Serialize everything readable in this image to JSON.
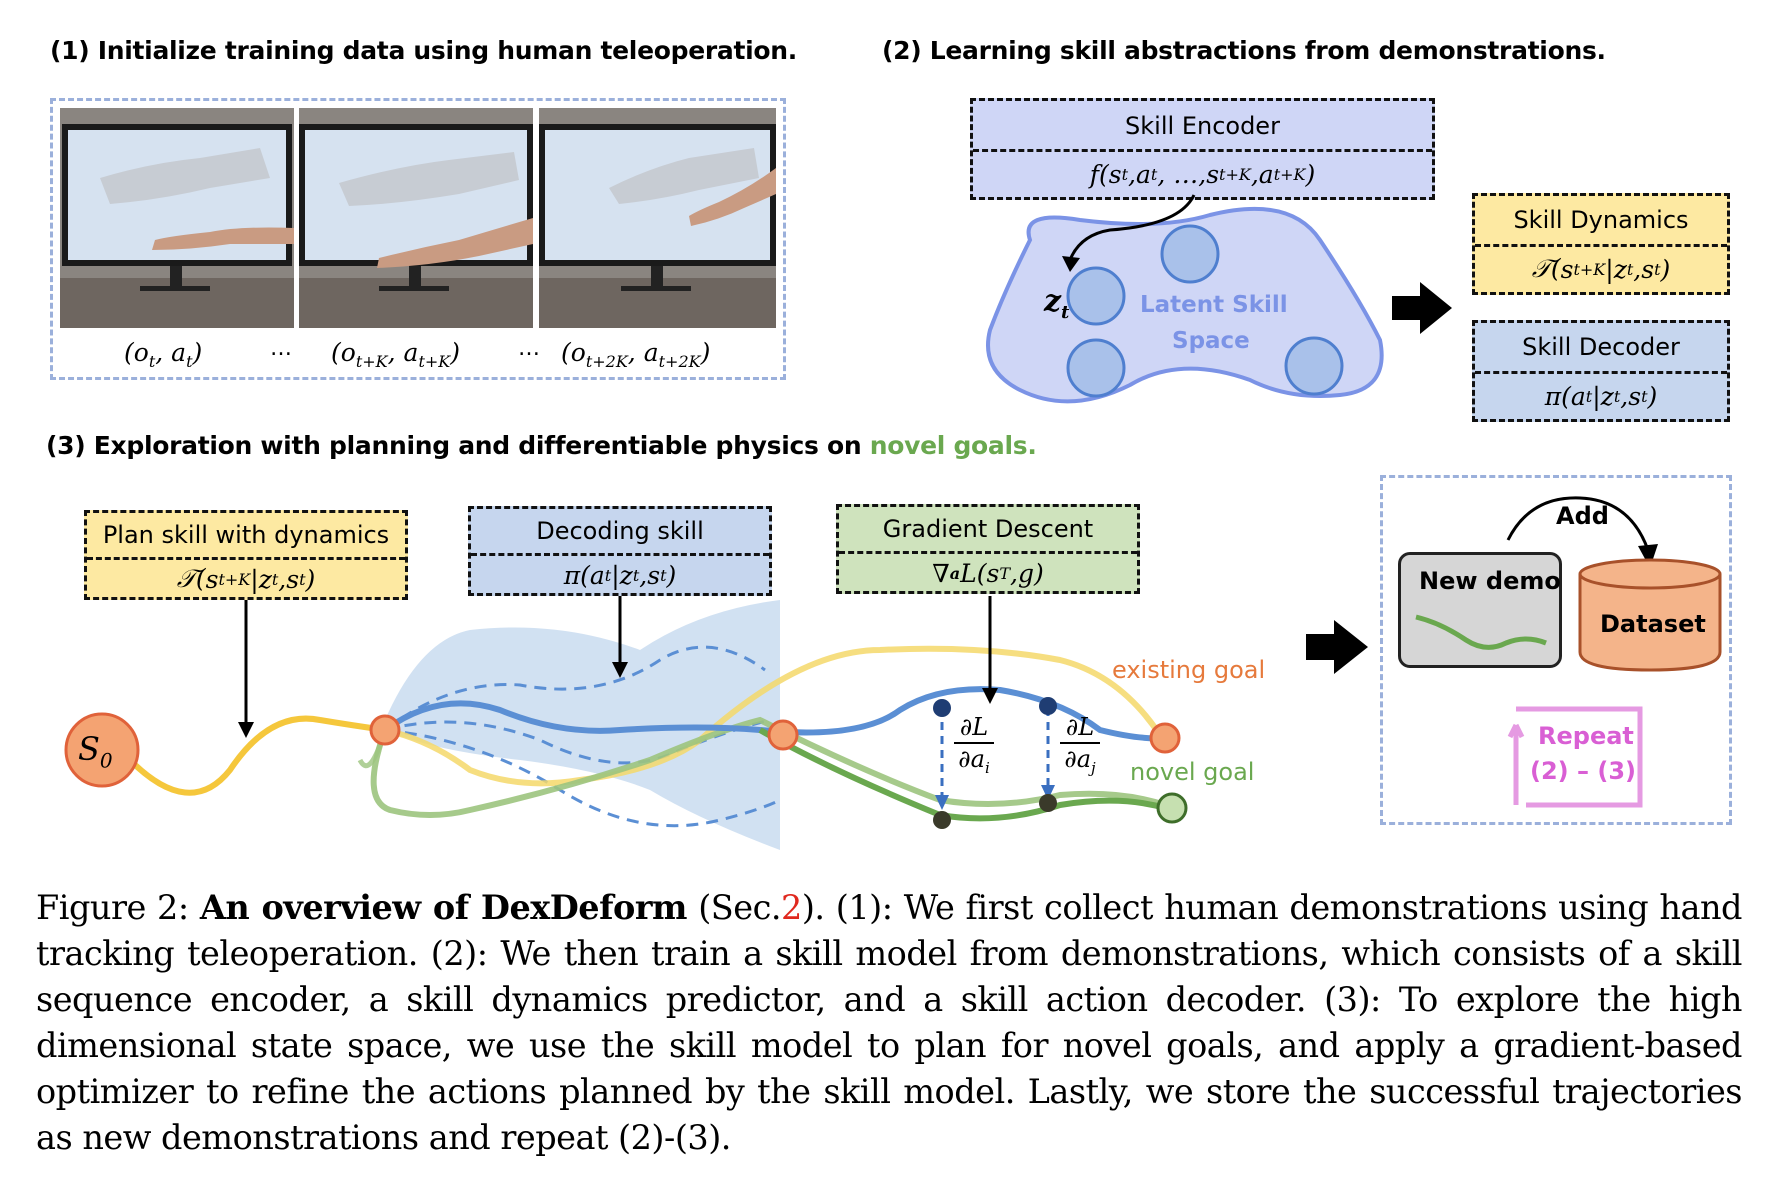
{
  "headings": {
    "step1": "(1) Initialize training data using human teleoperation.",
    "step2": "(2) Learning skill abstractions from demonstrations.",
    "step3_prefix": "(3) Exploration with planning and differentiable physics on ",
    "step3_highlight": "novel goals."
  },
  "teleop": {
    "labels": [
      "(o_t, a_t)",
      "…",
      "(o_{t+K}, a_{t+K})",
      "…",
      "(o_{t+2K}, a_{t+2K})"
    ],
    "colors": {
      "frame_border": "#9bb0db",
      "screen": "#d6e2f0",
      "wall": "#8a8580"
    }
  },
  "skill_encoder": {
    "title": "Skill Encoder",
    "formula": "f(s_t, a_t, …, s_{t+K}, a_{t+K})"
  },
  "latent": {
    "label_line1": "Latent Skill",
    "label_line2": "Space",
    "z_label": "z_t",
    "color": "#7b93e6"
  },
  "skill_dynamics": {
    "title": "Skill Dynamics",
    "formula": "𝒯(s_{t+K}|z_t, s_t)"
  },
  "skill_decoder": {
    "title": "Skill Decoder",
    "formula": "π(a_t|z_t, s_t)"
  },
  "plan_box": {
    "title": "Plan skill with dynamics",
    "formula": "𝒯(s_{t+K}|z_t, s_t)"
  },
  "decode_box": {
    "title": "Decoding skill",
    "formula": "π(a_t|z_t, s_t)"
  },
  "grad_box": {
    "title": "Gradient Descent",
    "formula": "∇_a L(s_T, g)"
  },
  "trajectory": {
    "s0": "S_0",
    "grad_i": "∂L / ∂a_i",
    "grad_j": "∂L / ∂a_j",
    "existing_goal": "existing goal",
    "novel_goal": "novel goal",
    "colors": {
      "yellow": "#f5c73c",
      "blue": "#5b8fd4",
      "green": "#6aa84f",
      "orange": "#f4a372"
    }
  },
  "dataset_panel": {
    "add": "Add",
    "new_demo": "New demo",
    "dataset": "Dataset",
    "repeat_line1": "Repeat",
    "repeat_line2": "(2) – (3)",
    "repeat_color": "#d95fd4"
  },
  "caption": {
    "label": "Figure 2:",
    "title": "An overview of DexDeform",
    "sec_open": "(Sec.",
    "sec_ref": "2",
    "sec_close": ").",
    "body": "(1): We first collect human demonstrations using hand tracking teleoperation. (2): We then train a skill model from demonstrations, which consists of a skill sequence encoder, a skill dynamics predictor, and a skill action decoder. (3): To explore the high dimensional state space, we use the skill model to plan for novel goals, and apply a gradient-based optimizer to refine the actions planned by the skill model. Lastly, we store the successful trajectories as new demonstrations and repeat (2)-(3)."
  }
}
